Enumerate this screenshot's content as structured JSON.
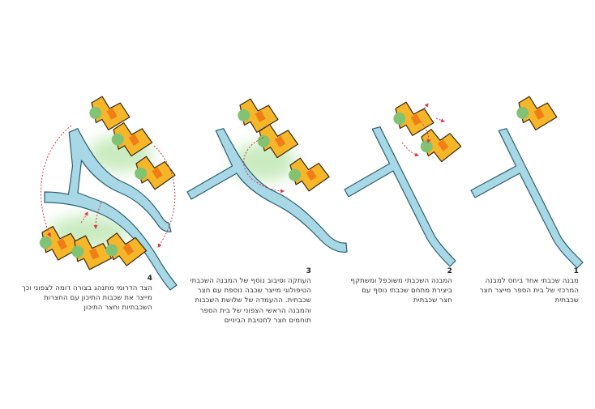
{
  "colors": {
    "road_fill": "#a8d8e6",
    "road_stroke": "#2a5f72",
    "building_yellow": "#f5b62a",
    "building_orange": "#f07d16",
    "building_stroke": "#3a2a10",
    "tree_green": "#82c373",
    "courtyard_green": "#c9ebc0",
    "arrow_red": "#d83a4a"
  },
  "panels": [
    {
      "number": "1",
      "lines": [
        "מבנה שכבתי אחד ביחס למבנה",
        "המרכזי של בית הספר מייצר חצר",
        "שכבתית"
      ]
    },
    {
      "number": "2",
      "lines": [
        "המבנה השכבתי משוכפל ומשתקף",
        "ביצירת מתחם שכבתי נוסף עם",
        "חצר שכבתית"
      ]
    },
    {
      "number": "3",
      "lines": [
        "העתקה וסיבוב נוסף של המבנה השכבתי",
        "הטיפולוגי מייצר שכבה נוספת עם חצר",
        "שכבתית. ההעמדה של שלושת השכבות",
        "והמבנה הראשי הצפוני של בית הספר",
        "תוחמים חצר לחטיבת הביניים"
      ]
    },
    {
      "number": "4",
      "lines": [
        "הצד הדרומי מתנהג בצורה דומה לצפוני וכך",
        "מייצר את שכבות התיכון עם החצרות",
        "השכבתיות וחצר התיכון"
      ]
    }
  ]
}
